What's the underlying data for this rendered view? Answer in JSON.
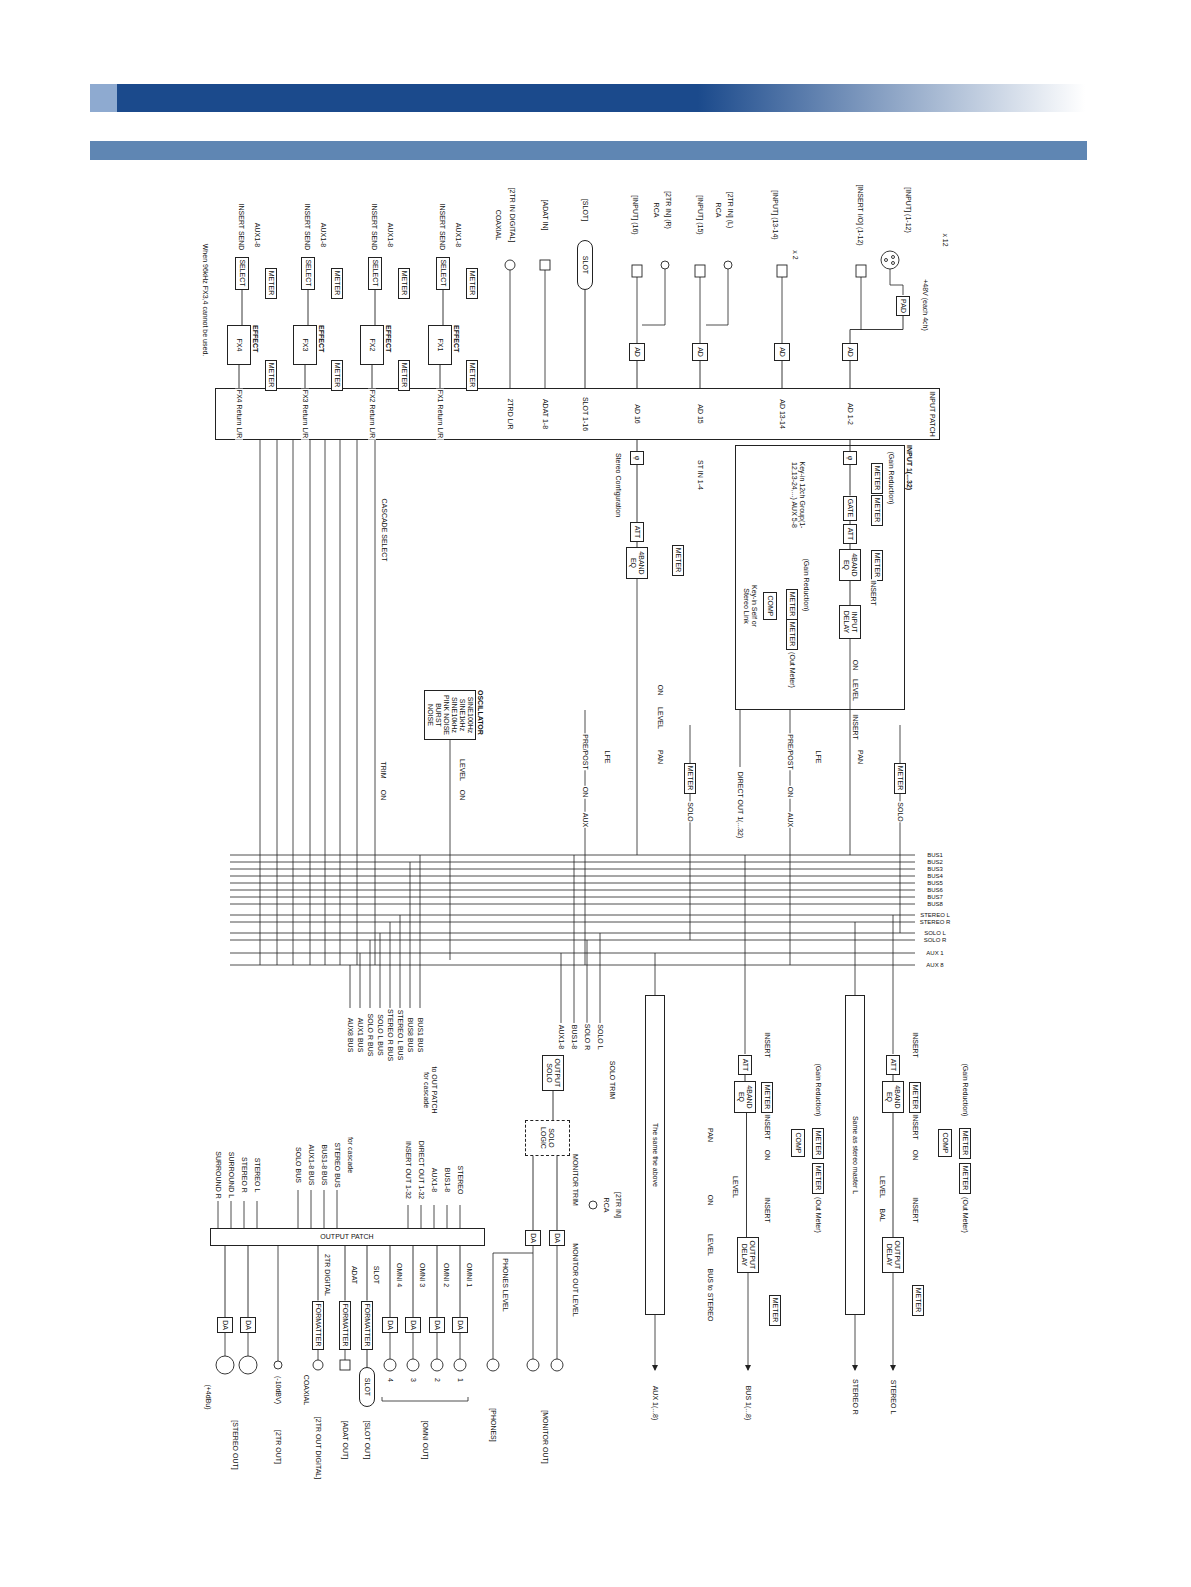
{
  "diagram": {
    "nodes": [
      {
        "text": [
          "PAD"
        ]
      },
      {
        "text": [
          "AD"
        ]
      },
      {
        "text": [
          "AD"
        ]
      },
      {
        "text": [
          "AD"
        ]
      },
      {
        "text": [
          "AD"
        ]
      },
      {
        "text": [
          "SLOT"
        ]
      },
      {
        "text": [
          "INPUT PATCH"
        ]
      },
      {
        "text": [
          "SELECT"
        ]
      },
      {
        "text": [
          "METER"
        ]
      },
      {
        "text": [
          "EFFECT",
          "FX1"
        ]
      },
      {
        "text": [
          "METER"
        ]
      },
      {
        "text": [
          "SELECT"
        ]
      },
      {
        "text": [
          "METER"
        ]
      },
      {
        "text": [
          "EFFECT",
          "FX2"
        ]
      },
      {
        "text": [
          "METER"
        ]
      },
      {
        "text": [
          "SELECT"
        ]
      },
      {
        "text": [
          "METER"
        ]
      },
      {
        "text": [
          "EFFECT",
          "FX3"
        ]
      },
      {
        "text": [
          "METER"
        ]
      },
      {
        "text": [
          "SELECT"
        ]
      },
      {
        "text": [
          "METER"
        ]
      },
      {
        "text": [
          "EFFECT",
          "FX4"
        ]
      },
      {
        "text": [
          "METER"
        ]
      },
      {
        "text": [
          "INPUT 1(...32)"
        ]
      },
      {
        "text": [
          "φ"
        ],
        "in": 23
      },
      {
        "text": [
          "GATE"
        ],
        "in": 23
      },
      {
        "text": [
          "METER"
        ],
        "in": 23
      },
      {
        "text": [
          "METER"
        ],
        "in": 23
      },
      {
        "text": [
          "ATT"
        ],
        "in": 23
      },
      {
        "text": [
          "4BAND EQ"
        ],
        "in": 23
      },
      {
        "text": [
          "METER"
        ],
        "in": 23
      },
      {
        "text": [
          "COMP"
        ],
        "in": 23
      },
      {
        "text": [
          "METER"
        ],
        "in": 23
      },
      {
        "text": [
          "METER"
        ],
        "in": 23
      },
      {
        "text": [
          "INPUT DELAY"
        ],
        "in": 23
      },
      {
        "text": [
          "φ"
        ]
      },
      {
        "text": [
          "ATT"
        ]
      },
      {
        "text": [
          "4BAND EQ"
        ]
      },
      {
        "text": [
          "METER"
        ]
      },
      {
        "text": [
          "METER"
        ]
      },
      {
        "text": [
          "METER"
        ]
      },
      {
        "text": [
          "OSCILLATOR",
          "SINE100Hz SINE1kHz SINE10kHz PINK NOISE BURST NOISE"
        ]
      },
      {
        "text": [
          "ATT"
        ]
      },
      {
        "text": [
          "4BAND EQ"
        ]
      },
      {
        "text": [
          "METER"
        ]
      },
      {
        "text": [
          "COMP"
        ]
      },
      {
        "text": [
          "METER"
        ]
      },
      {
        "text": [
          "METER"
        ]
      },
      {
        "text": [
          "OUTPUT DELAY"
        ]
      },
      {
        "text": [
          "METER"
        ]
      },
      {
        "text": [
          "Same as stereo master L"
        ]
      },
      {
        "text": [
          "ATT"
        ]
      },
      {
        "text": [
          "4BAND EQ"
        ]
      },
      {
        "text": [
          "METER"
        ]
      },
      {
        "text": [
          "COMP"
        ]
      },
      {
        "text": [
          "METER"
        ]
      },
      {
        "text": [
          "METER"
        ]
      },
      {
        "text": [
          "OUTPUT DELAY"
        ]
      },
      {
        "text": [
          "METER"
        ]
      },
      {
        "text": [
          "The same the above"
        ]
      },
      {
        "text": [
          "OUTPUT SOLO"
        ]
      },
      {
        "text": [
          "SOLO LOGIC"
        ]
      },
      {
        "text": [
          "DA"
        ]
      },
      {
        "text": [
          "DA"
        ]
      },
      {
        "text": [
          "OUTPUT PATCH"
        ]
      },
      {
        "text": [
          "DA"
        ]
      },
      {
        "text": [
          "DA"
        ]
      },
      {
        "text": [
          "DA"
        ]
      },
      {
        "text": [
          "DA"
        ]
      },
      {
        "text": [
          "FORMATTER"
        ]
      },
      {
        "text": [
          "FORMATTER"
        ]
      },
      {
        "text": [
          "FORMATTER"
        ]
      },
      {
        "text": [
          "DA"
        ]
      },
      {
        "text": [
          "DA"
        ]
      },
      {
        "text": [
          "SLOT"
        ]
      }
    ],
    "edges": [
      {
        "from": 0,
        "to": 1,
        "arrow": "none"
      },
      {
        "from": 1,
        "to": 6,
        "arrow": "none"
      },
      {
        "from": 2,
        "to": 6,
        "arrow": "none"
      },
      {
        "from": 3,
        "to": 6,
        "arrow": "none"
      },
      {
        "from": 4,
        "to": 6,
        "arrow": "none"
      },
      {
        "from": 5,
        "to": 6,
        "arrow": "none"
      },
      {
        "from": 7,
        "to": 9,
        "arrow": "none"
      },
      {
        "from": 9,
        "to": 6,
        "arrow": "none"
      },
      {
        "from": 11,
        "to": 13,
        "arrow": "none"
      },
      {
        "from": 13,
        "to": 6,
        "arrow": "none"
      },
      {
        "from": 15,
        "to": 17,
        "arrow": "none"
      },
      {
        "from": 17,
        "to": 6,
        "arrow": "none"
      },
      {
        "from": 19,
        "to": 21,
        "arrow": "none"
      },
      {
        "from": 21,
        "to": 6,
        "arrow": "none"
      },
      {
        "from": 6,
        "to": 24,
        "arrow": "none"
      },
      {
        "from": 24,
        "to": 25,
        "arrow": "none"
      },
      {
        "from": 25,
        "to": 28,
        "arrow": "none"
      },
      {
        "from": 28,
        "to": 29,
        "arrow": "none"
      },
      {
        "from": 29,
        "to": 34,
        "arrow": "none"
      },
      {
        "from": 6,
        "to": 35,
        "arrow": "none"
      },
      {
        "from": 35,
        "to": 36,
        "arrow": "none"
      },
      {
        "from": 36,
        "to": 37,
        "arrow": "none"
      },
      {
        "from": 42,
        "to": 43,
        "arrow": "none"
      },
      {
        "from": 43,
        "to": 48,
        "arrow": "none"
      },
      {
        "from": 51,
        "to": 52,
        "arrow": "none"
      },
      {
        "from": 52,
        "to": 57,
        "arrow": "none"
      },
      {
        "from": 60,
        "to": 61,
        "arrow": "none"
      },
      {
        "from": 61,
        "to": 62,
        "arrow": "none"
      },
      {
        "from": 61,
        "to": 63,
        "arrow": "none"
      },
      {
        "from": 64,
        "to": 65,
        "arrow": "none"
      },
      {
        "from": 64,
        "to": 66,
        "arrow": "none"
      },
      {
        "from": 64,
        "to": 67,
        "arrow": "none"
      },
      {
        "from": 64,
        "to": 68,
        "arrow": "none"
      },
      {
        "from": 64,
        "to": 69,
        "arrow": "none"
      },
      {
        "from": 64,
        "to": 70,
        "arrow": "none"
      },
      {
        "from": 64,
        "to": 71,
        "arrow": "none"
      },
      {
        "from": 64,
        "to": 72,
        "arrow": "none"
      },
      {
        "from": 64,
        "to": 73,
        "arrow": "none"
      },
      {
        "from": 69,
        "to": 74,
        "arrow": "none"
      }
    ],
    "labels": [
      "x 12",
      "[INPUT] (1-12)",
      "+48V (each 4ch)",
      "[INSERT I/O] (1-12)",
      "[INPUT] (13-14)",
      "x 2",
      "[2TR IN] (L)",
      "RCA",
      "[INPUT] (15)",
      "[2TR IN] (R)",
      "RCA",
      "[INPUT] (16)",
      "[SLOT]",
      "[ADAT IN]",
      "[2TR IN DIGITAL]",
      "COAXIAL",
      "AUX1-8",
      "INSERT SEND",
      "AUX1-8",
      "INSERT SEND",
      "AUX1-8",
      "INSERT SEND",
      "AUX1-8",
      "INSERT SEND",
      "When 96kHz FX3,4 cannot be used.",
      "AD 1-2",
      "AD 13-14",
      "AD 15",
      "AD 16",
      "SLOT 1-16",
      "ADAT 1-8",
      "2TRD L/R",
      "FX1 Return L/R",
      "FX2 Return L/R",
      "FX3 Return L/R",
      "FX4 Return L/R",
      "(Gain Reduction)",
      "Key-in 12ch Group(1-12,13-24,...) AUX 5-8",
      "INSERT",
      "(Gain Reduction)",
      "(Out Meter)",
      "Key-in Self or Stereo Link",
      "ON",
      "LEVEL",
      "INSERT",
      "PAN",
      "SOLO",
      "LFE",
      "PRE/POST",
      "ON",
      "AUX",
      "DIRECT OUT 1(...32)",
      "ST IN 1-4",
      "Stereo Configuration",
      "ON",
      "LEVEL",
      "PAN",
      "SOLO",
      "LFE",
      "PRE/POST",
      "ON",
      "AUX",
      "CASCADE SELECT",
      "LEVEL",
      "ON",
      "TRIM",
      "ON",
      "BUS1",
      "BUS2",
      "BUS3",
      "BUS4",
      "BUS5",
      "BUS6",
      "BUS7",
      "BUS8",
      "STEREO L",
      "STEREO R",
      "SOLO L",
      "SOLO R",
      "AUX 1",
      "AUX 8",
      "BUS1 BUS",
      "BUS8 BUS",
      "STEREO L BUS",
      "STEREO R BUS",
      "SOLO L BUS",
      "SOLO R BUS",
      "AUX1 BUS",
      "AUX8 BUS",
      "to OUT PATCH for cascade",
      "INSERT",
      "INSERT",
      "ON",
      "INSERT",
      "LEVEL",
      "BAL",
      "(Gain Reduction)",
      "(Out Meter)",
      "INSERT",
      "INSERT",
      "ON",
      "INSERT",
      "LEVEL",
      "(Gain Reduction)",
      "(Out Meter)",
      "PAN",
      "ON",
      "LEVEL",
      "BUS to STEREO",
      "STEREO L",
      "STEREO R",
      "BUS 1(...8)",
      "AUX 1(...8)",
      "SOLO L",
      "SOLO R",
      "BUS1-8",
      "AUX1-8",
      "SOLO TRIM",
      "MONITOR TRIM",
      "[2TR IN]",
      "RCA",
      "MONITOR OUT LEVEL",
      "PHONES LEVEL",
      "[MONITOR OUT]",
      "[PHONES]",
      "STEREO",
      "BUS1-8",
      "AUX1-8",
      "DIRECT OUT 1-32",
      "INSERT OUT 1-32",
      "for cascade",
      "STEREO BUS",
      "BUS1-8 BUS",
      "AUX1-8 BUS",
      "SOLO BUS",
      "STEREO L",
      "STEREO R",
      "SURROUND L",
      "SURROUND R",
      "OMNI 1",
      "OMNI 2",
      "OMNI 3",
      "OMNI 4",
      "SLOT",
      "ADAT",
      "2TR DIGITAL",
      "1",
      "2",
      "3",
      "4",
      "[OMNI OUT]",
      "[SLOT OUT]",
      "[ADAT OUT]",
      "COAXIAL",
      "[2TR OUT DIGITAL]",
      "(-10dBV)",
      "[2TR OUT]",
      "(+4dBu)",
      "[STEREO OUT]"
    ]
  }
}
